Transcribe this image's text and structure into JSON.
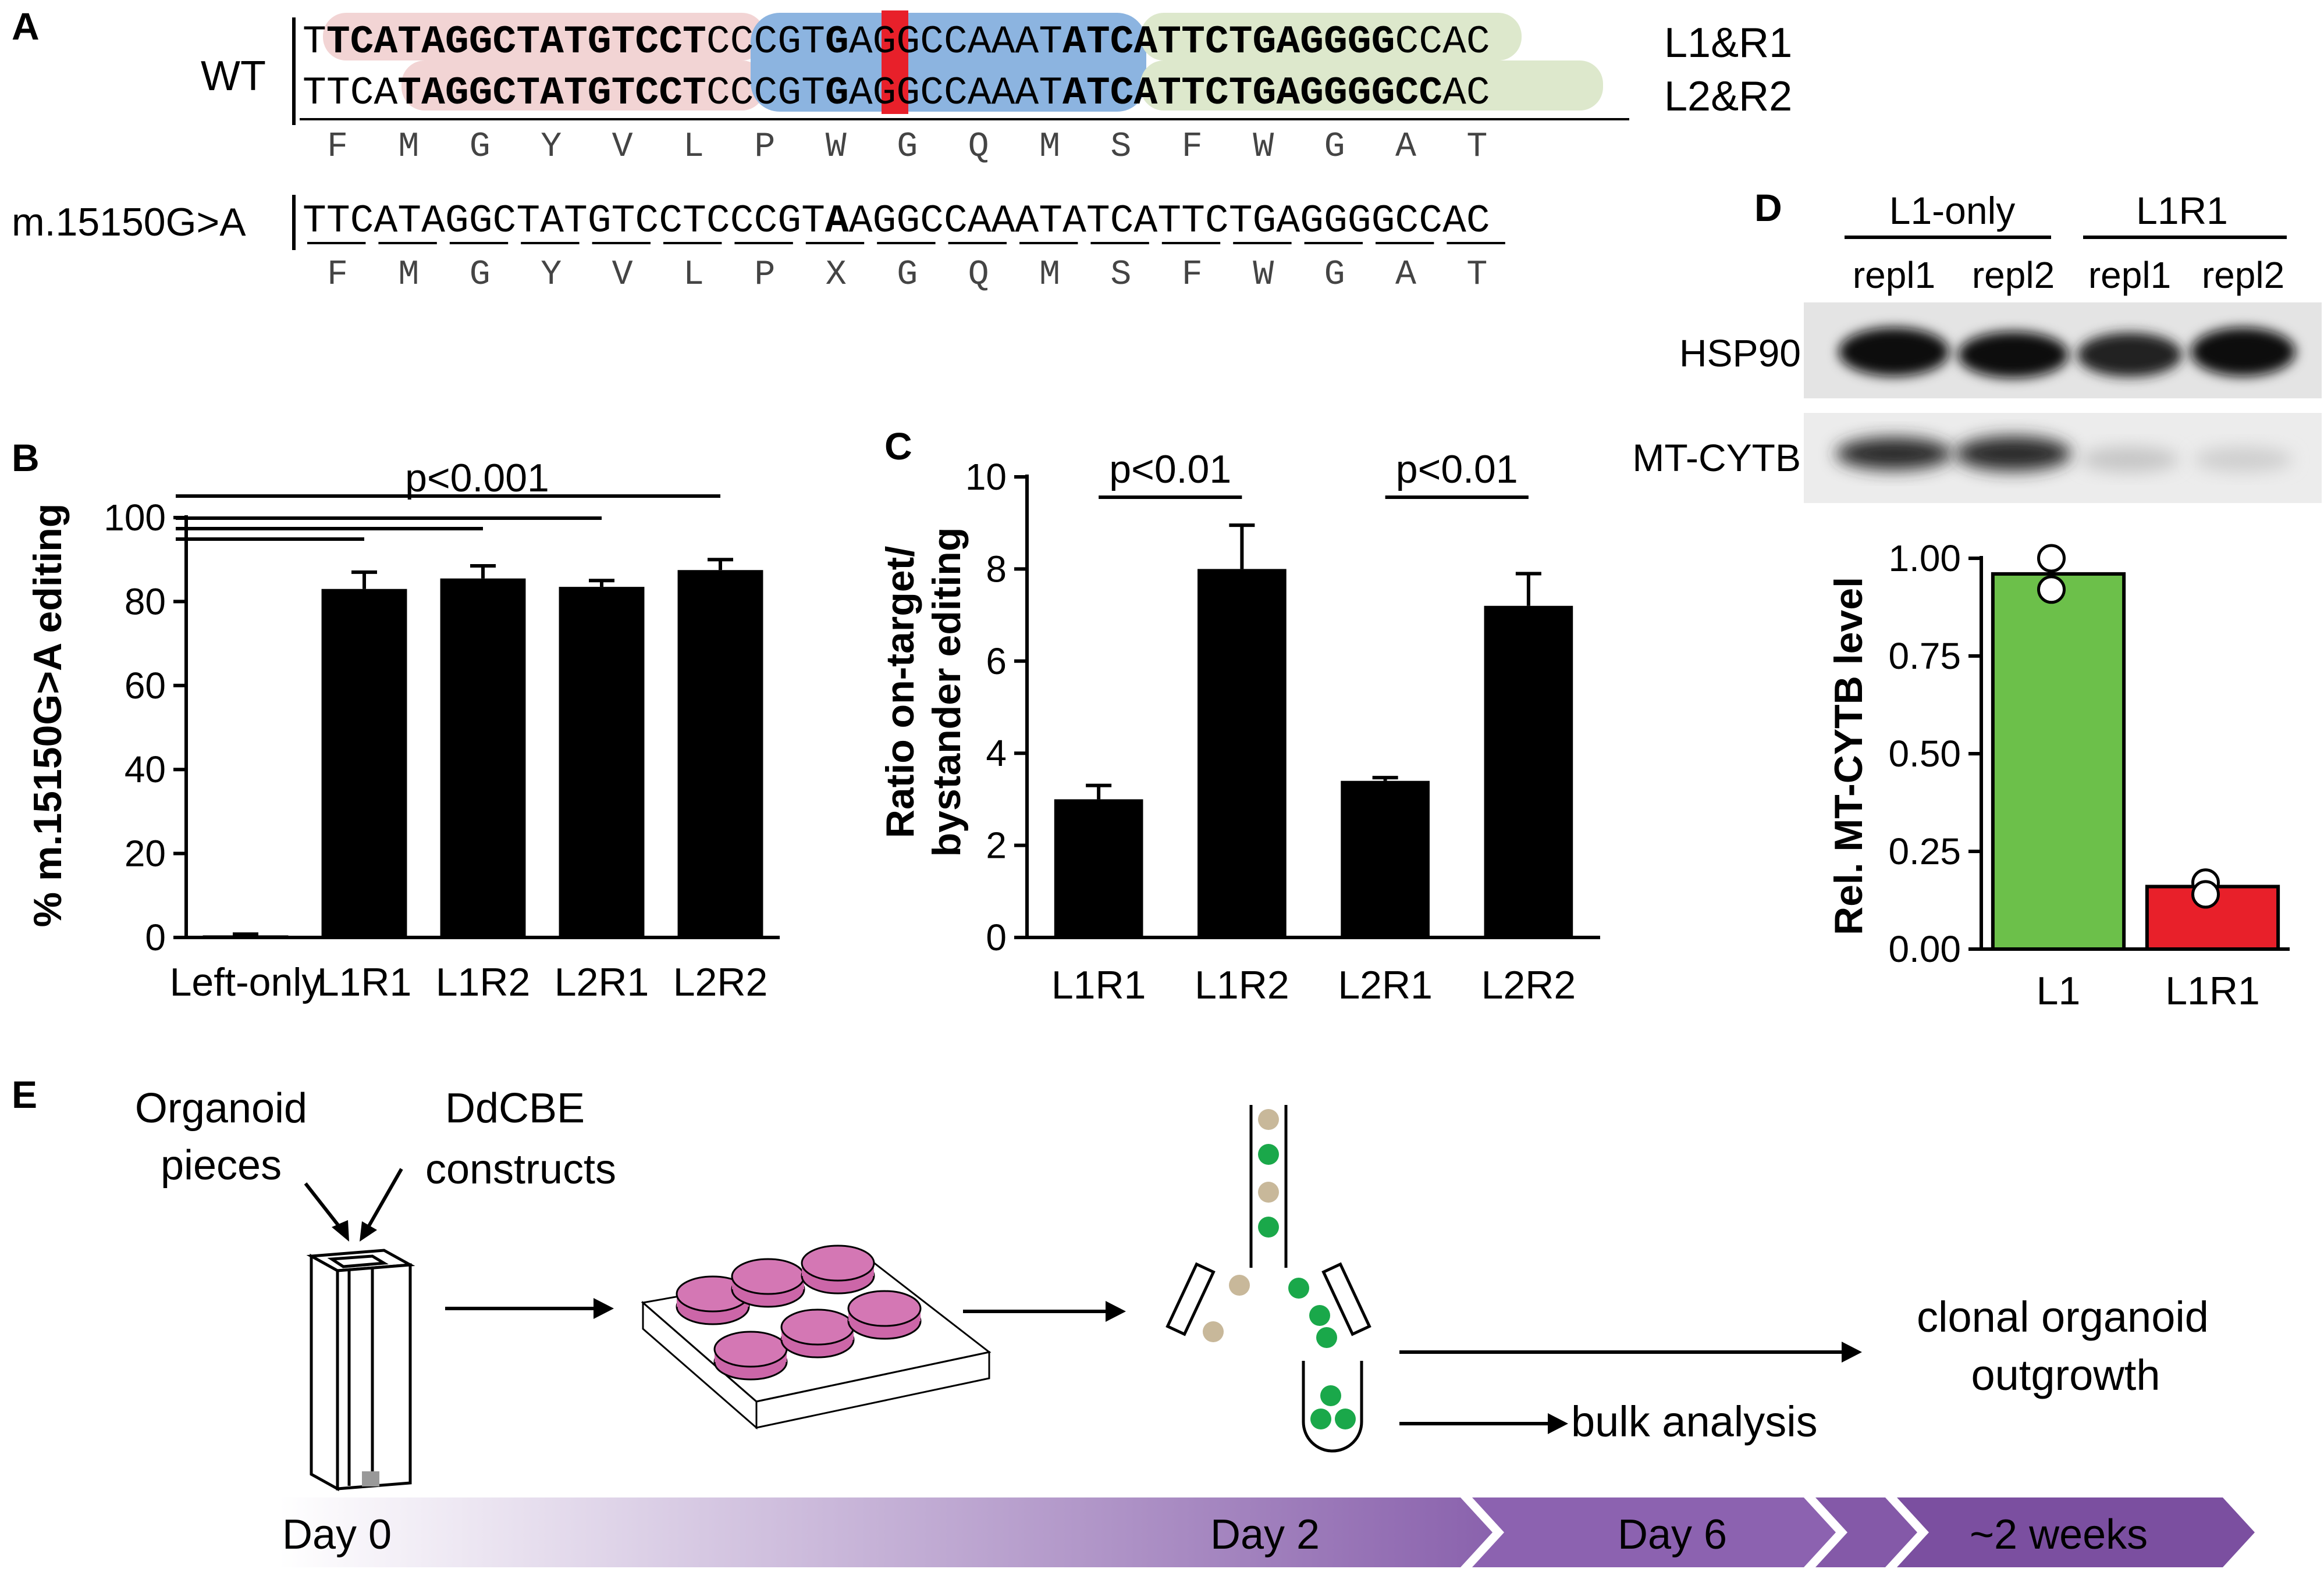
{
  "figure": {
    "panels": {
      "A": "A",
      "B": "B",
      "C": "C",
      "D": "D",
      "E": "E"
    },
    "panel_a": {
      "wt_label": "WT",
      "mut_label": "m.15150G>A",
      "pair1_label": "L1&R1",
      "pair2_label": "L2&R2",
      "wt_seq1": "TTCATAGGCTATGTCCTCCCGTGAGGCCAAATATCATTCTGAGGGGCCAC",
      "wt_seq2": "TTCATAGGCTATGTCCTCCCGTGAGGCCAAATATCATTCTGAGGGGCCAC",
      "mut_seq": "TTCATAGGCTATGTCCTCCCGTAAGGCCAAATATCATTCTGAGGGGCCAC",
      "wt_aa": [
        "F",
        "M",
        "G",
        "Y",
        "V",
        "L",
        "P",
        "W",
        "G",
        "Q",
        "M",
        "S",
        "F",
        "W",
        "G",
        "A",
        "T"
      ],
      "mut_aa": [
        "F",
        "M",
        "G",
        "Y",
        "V",
        "L",
        "P",
        "X",
        "G",
        "Q",
        "M",
        "S",
        "F",
        "W",
        "G",
        "A",
        "T"
      ],
      "colors": {
        "left_tale": "#f2d4d4",
        "spacer": "#8cb4e0",
        "right_tale": "#dde8cc",
        "target_base": "#e8202a"
      }
    },
    "panel_d": {
      "group1": "L1-only",
      "group2": "L1R1",
      "lanes": [
        "repl1",
        "repl2",
        "repl1",
        "repl2"
      ],
      "band1": "HSP90",
      "band2": "MT-CYTB"
    },
    "panel_e": {
      "label_organoid": "Organoid",
      "label_pieces": "pieces",
      "label_ddcbe": "DdCBE",
      "label_constructs": "constructs",
      "label_clonal1": "clonal organoid",
      "label_clonal2": "outgrowth",
      "label_bulk": "bulk analysis",
      "timeline": [
        "Day 0",
        "Day 2",
        "Day 6",
        "~2 weeks"
      ],
      "colors": {
        "well_fill": "#cc66a8",
        "sorted_cell": "#1aa84a",
        "unsorted_cell": "#c8b89a",
        "timeline": "#7b4fa0"
      }
    }
  },
  "chart_data": [
    {
      "panel": "B",
      "type": "bar",
      "categories": [
        "Left-only",
        "L1R1",
        "L1R2",
        "L2R1",
        "L2R2"
      ],
      "values": [
        0.5,
        83,
        85.5,
        83.5,
        87.5
      ],
      "errors": [
        0.3,
        4,
        3,
        1.5,
        2.5
      ],
      "ylabel": "% m.15150G>A editing",
      "ylim": [
        0,
        100
      ],
      "yticks": [
        0,
        20,
        40,
        60,
        80,
        100
      ],
      "annotation": "p<0.001",
      "bar_color": "#000000"
    },
    {
      "panel": "C",
      "type": "bar",
      "categories": [
        "L1R1",
        "L1R2",
        "L2R1",
        "L2R2"
      ],
      "values": [
        3.0,
        8.0,
        3.4,
        7.2
      ],
      "errors": [
        0.3,
        0.95,
        0.07,
        0.7
      ],
      "ylabel_line1": "Ratio on-target/",
      "ylabel_line2": "bystander editing",
      "ylim": [
        0,
        10
      ],
      "yticks": [
        0,
        2,
        4,
        6,
        8,
        10
      ],
      "annotations": [
        "p<0.01",
        "p<0.01"
      ],
      "bar_color": "#000000"
    },
    {
      "panel": "D",
      "type": "bar",
      "categories": [
        "L1",
        "L1R1"
      ],
      "values": [
        0.96,
        0.16
      ],
      "points": [
        [
          1.0,
          0.92
        ],
        [
          0.17,
          0.14
        ]
      ],
      "colors": [
        "#6cc04a",
        "#e8202a"
      ],
      "ylabel": "Rel. MT-CYTB level",
      "ylim": [
        0,
        1.0
      ],
      "yticks": [
        "0.00",
        "0.25",
        "0.50",
        "0.75",
        "1.00"
      ]
    }
  ]
}
